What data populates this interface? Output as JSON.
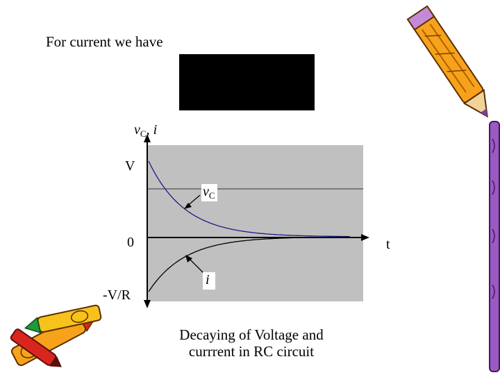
{
  "slide": {
    "heading": "For current we have",
    "caption_line1": "Decaying of Voltage and",
    "caption_line2": "currrent in RC circuit"
  },
  "graph": {
    "y_axis_label": {
      "main": "v",
      "sub": "C",
      "sep": ", ",
      "second": "i"
    },
    "label_V": "V",
    "label_zero": "0",
    "label_negVR": "-V/R",
    "label_t": "t",
    "curve_vc": {
      "main": "v",
      "sub": "C"
    },
    "curve_i": "i"
  },
  "colors": {
    "plot_background": "#c0c0c0",
    "vc_curve": "#1a1a8c",
    "i_curve": "#000000",
    "pencil_orange": "#f7a21b",
    "pencil_purple": "#7a3fa0",
    "crayon_red": "#d8261f",
    "crayon_green": "#1f9a3a"
  },
  "decor": {
    "top_right": "pencil-icon",
    "right_edge": "crayon-icon",
    "bottom_left": "crayons-icon"
  }
}
